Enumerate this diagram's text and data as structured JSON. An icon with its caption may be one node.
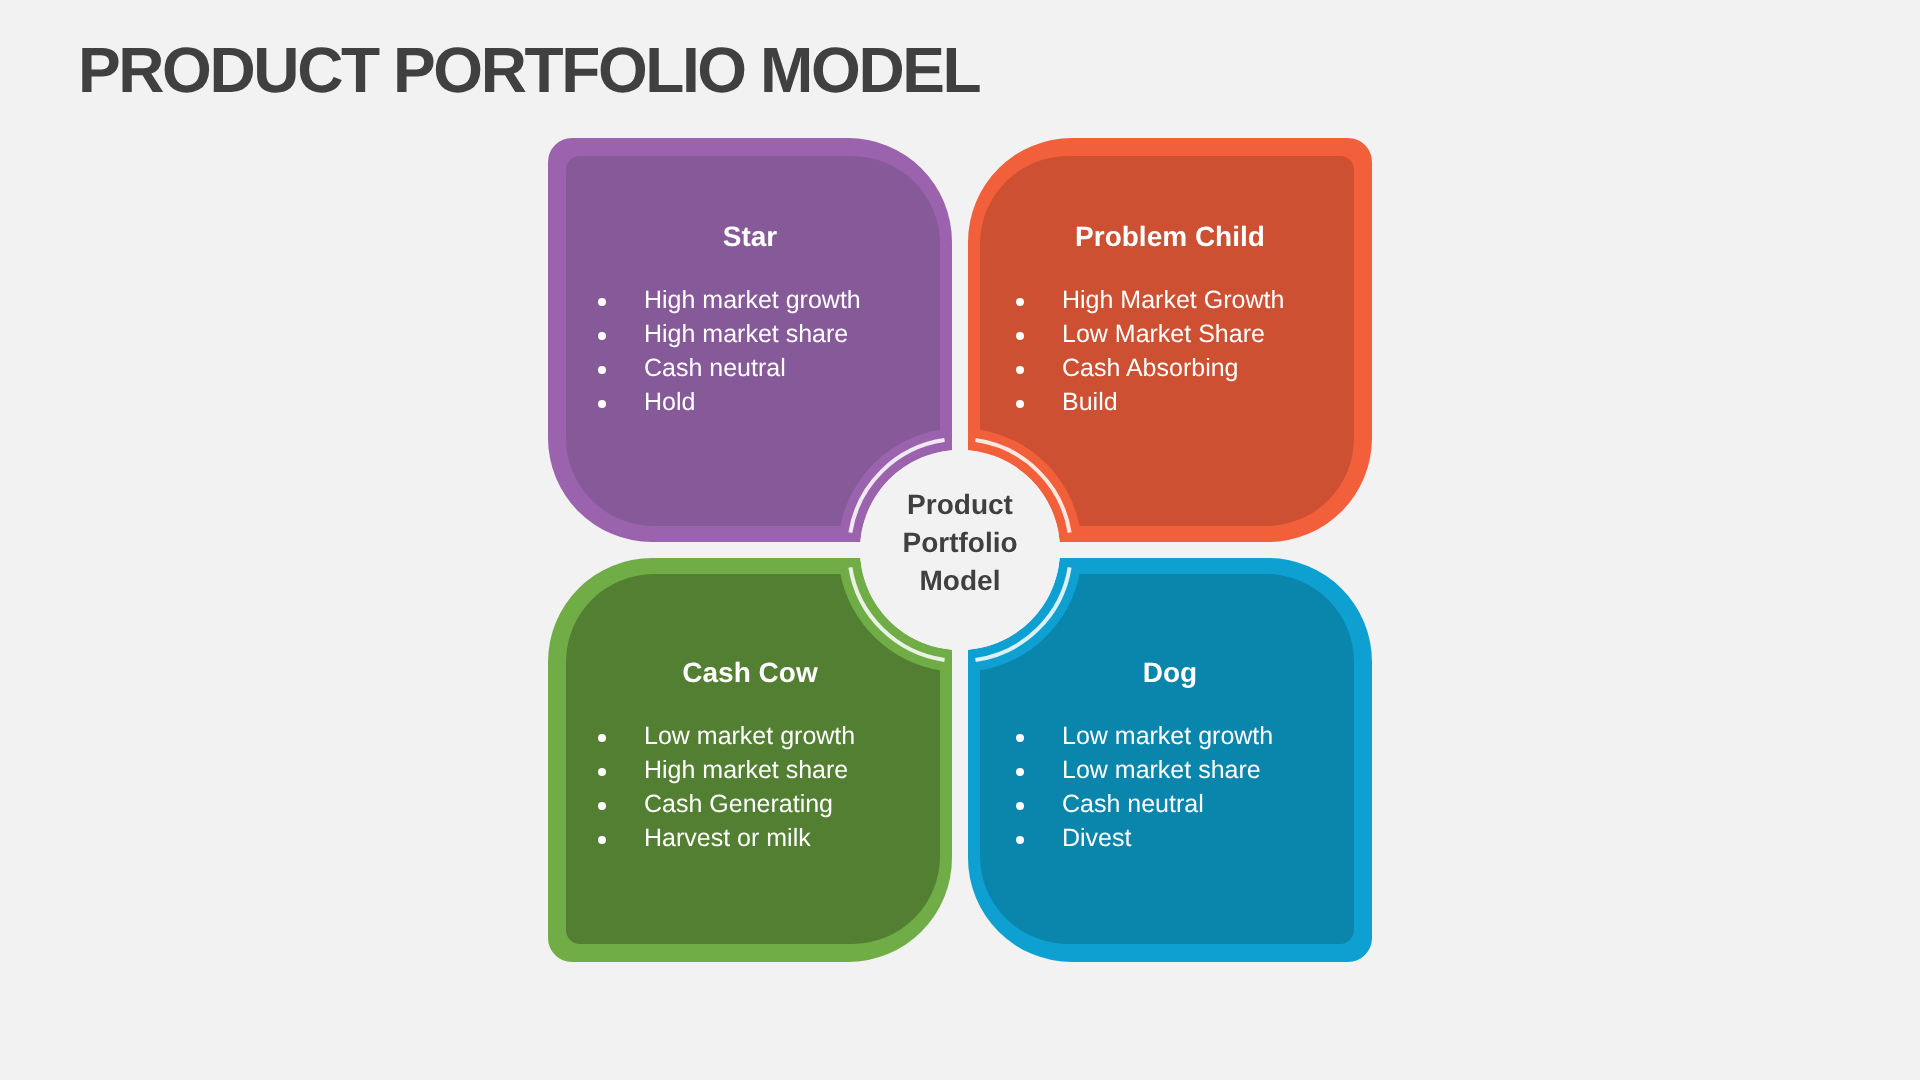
{
  "diagram": {
    "title": "PRODUCT PORTFOLIO MODEL",
    "nodes": [
      {
        "text": [
          "Star",
          "High market growth",
          "High market share",
          "Cash neutral",
          "Hold"
        ]
      },
      {
        "text": [
          "Problem Child",
          "High Market Growth",
          "Low Market Share",
          "Cash Absorbing",
          "Build"
        ]
      },
      {
        "text": [
          "Product Portfolio Model"
        ]
      },
      {
        "text": [
          "Cash Cow",
          "Low market growth",
          "High market share",
          "Cash Generating",
          "Harvest or milk"
        ]
      },
      {
        "text": [
          "Dog",
          "Low market growth",
          "Low market share",
          "Cash neutral",
          "Divest"
        ]
      }
    ]
  }
}
